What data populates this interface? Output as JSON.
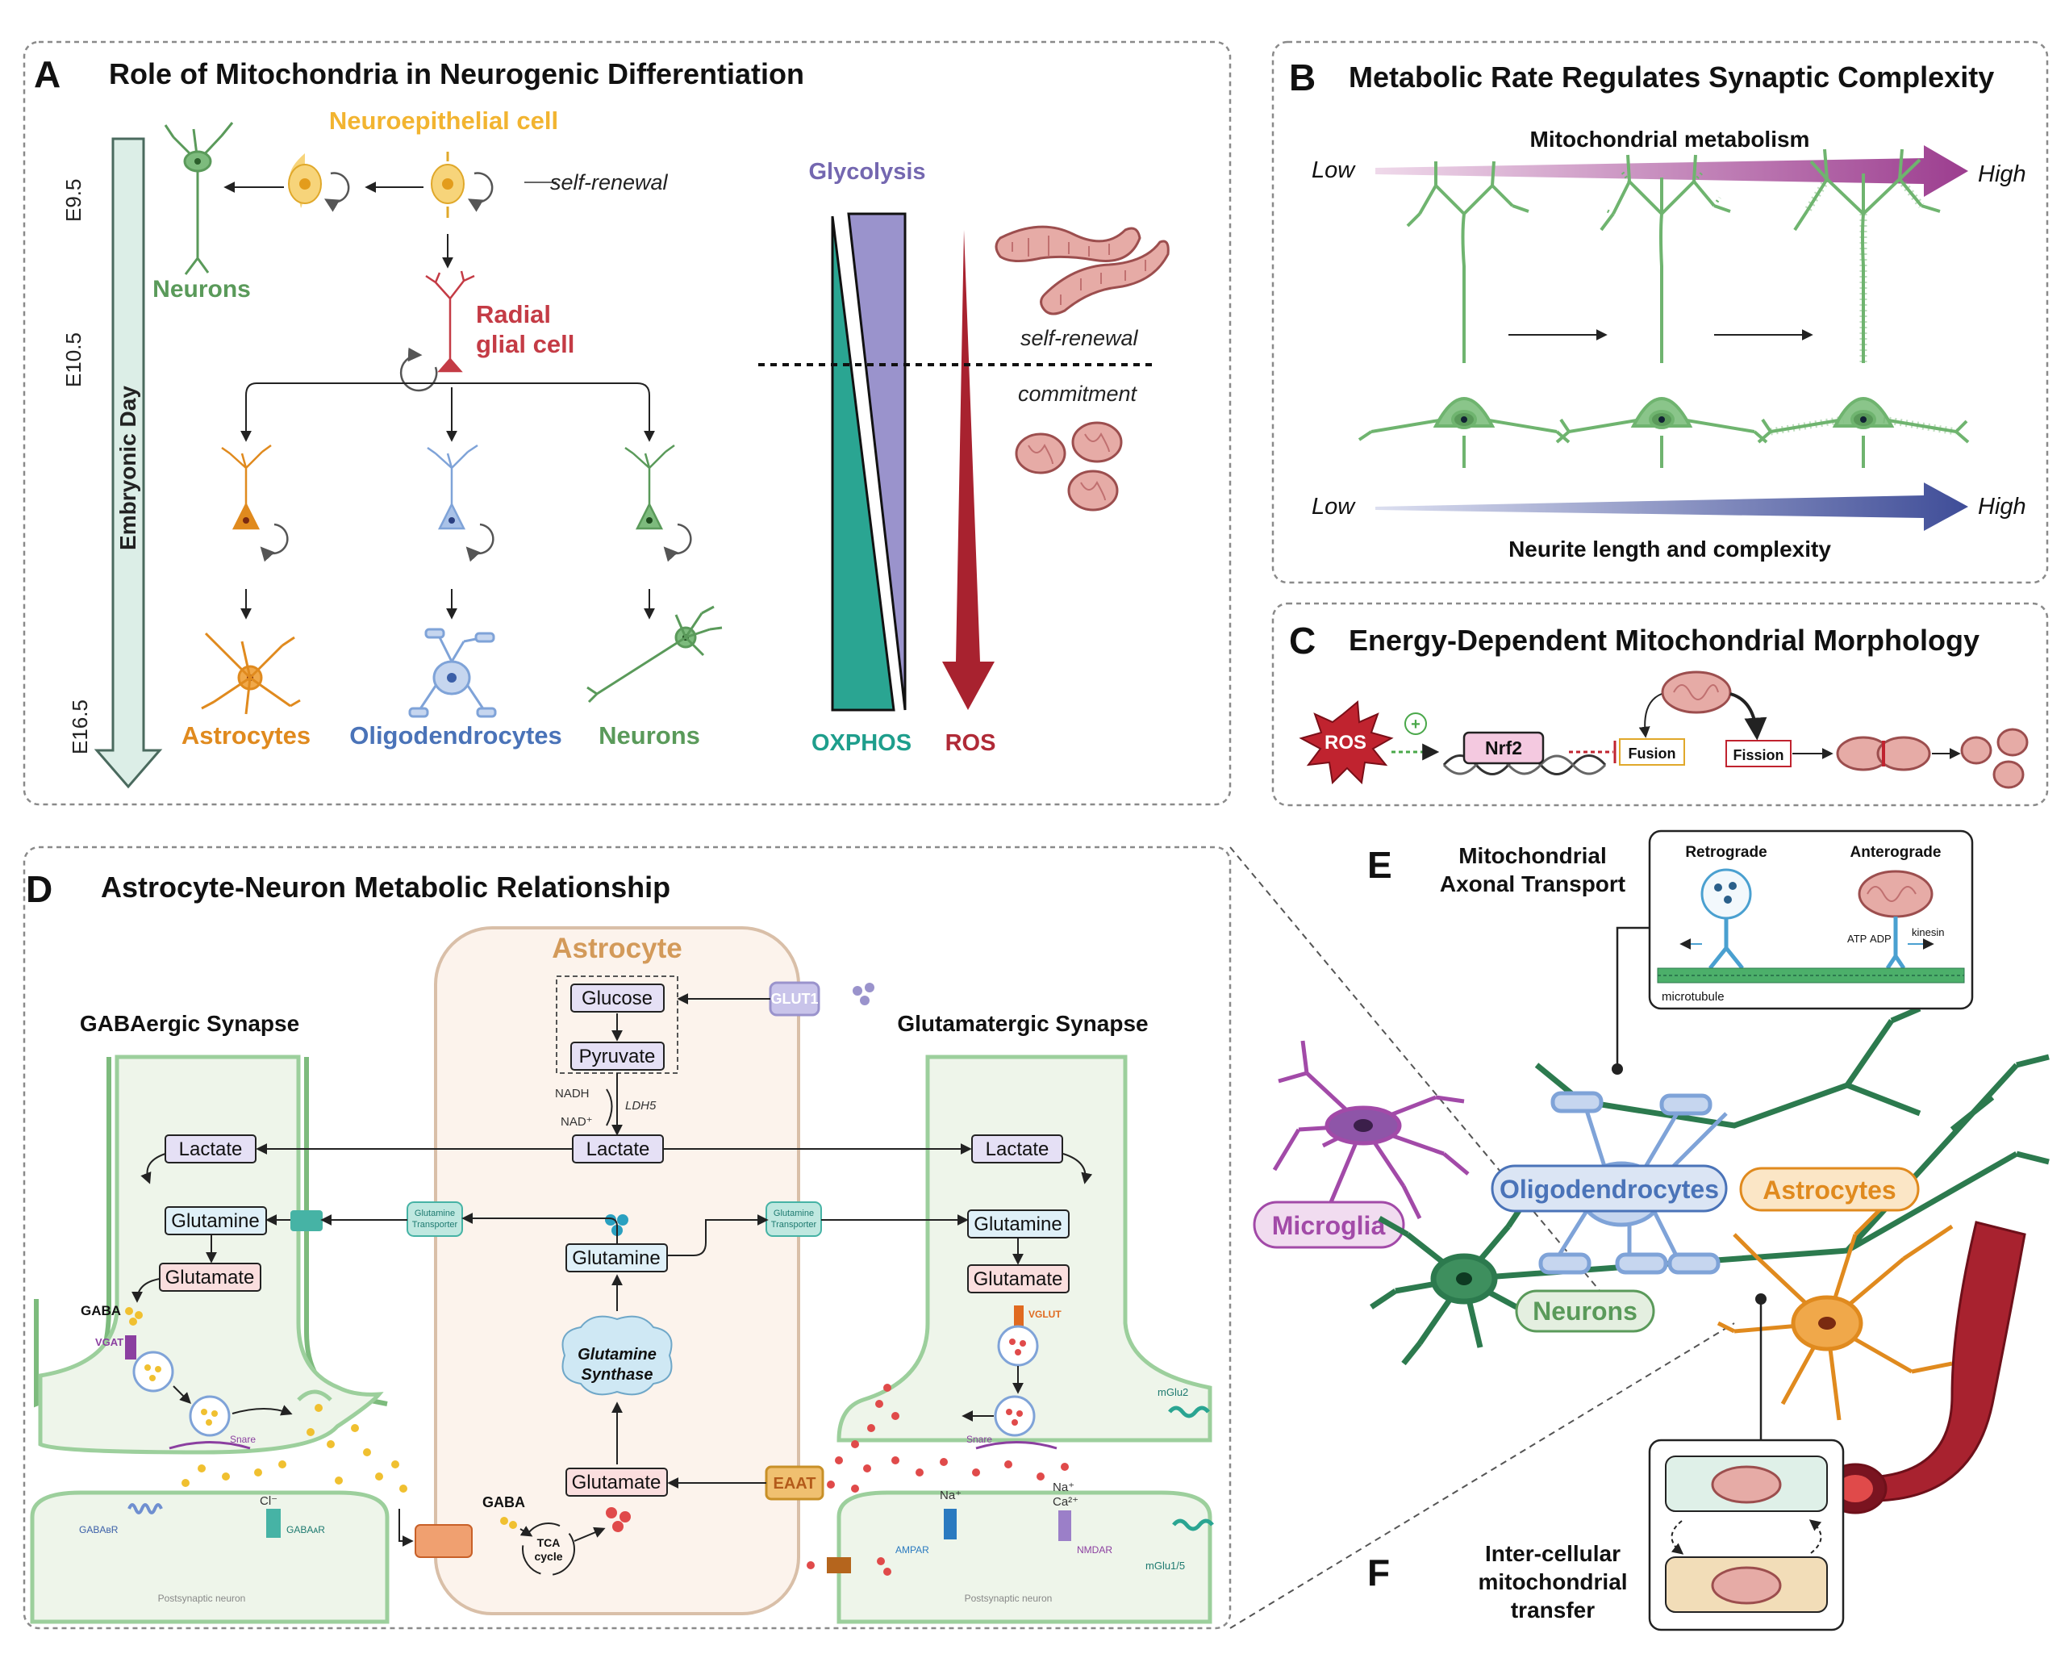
{
  "panel_a": {
    "letter": "A",
    "title": "Role of Mitochondria in Neurogenic Differentiation",
    "neuroepithelial": "Neuroepithelial cell",
    "self_renewal": "self-renewal",
    "neurons_top": "Neurons",
    "radial_glial_1": "Radial",
    "radial_glial_2": "glial cell",
    "axis_label": "Embryonic Day",
    "e95": "E9.5",
    "e105": "E10.5",
    "e165": "E16.5",
    "astrocytes": "Astrocytes",
    "oligodendrocytes": "Oligodendrocytes",
    "neurons_bottom": "Neurons",
    "glycolysis": "Glycolysis",
    "oxphos": "OXPHOS",
    "ros": "ROS",
    "self_renewal_right": "self-renewal",
    "commitment": "commitment"
  },
  "panel_b": {
    "letter": "B",
    "title": "Metabolic Rate Regulates Synaptic Complexity",
    "top_label": "Mitochondrial metabolism",
    "low1": "Low",
    "high1": "High",
    "low2": "Low",
    "high2": "High",
    "bottom_label": "Neurite length and complexity"
  },
  "panel_c": {
    "letter": "C",
    "title": "Energy-Dependent Mitochondrial Morphology",
    "ros": "ROS",
    "plus": "+",
    "nrf2": "Nrf2",
    "fusion": "Fusion",
    "fission": "Fission"
  },
  "panel_d": {
    "letter": "D",
    "title": "Astrocyte-Neuron Metabolic Relationship",
    "astrocyte": "Astrocyte",
    "gaba_synapse": "GABAergic Synapse",
    "glu_synapse": "Glutamatergic Synapse",
    "glucose": "Glucose",
    "pyruvate": "Pyruvate",
    "glut1": "GLUT1",
    "nadh": "NADH",
    "nad": "NAD⁺",
    "ldh5": "LDH5",
    "lactate": "Lactate",
    "lactate_left": "Lactate",
    "lactate_right": "Lactate",
    "glutamine_left": "Glutamine",
    "glutamine_center": "Glutamine",
    "glutamine_right": "Glutamine",
    "glutamate_left": "Glutamate",
    "glutamate_center": "Glutamate",
    "glutamate_right": "Glutamate",
    "gln_transporter_1": "Glutamine",
    "gln_transporter_2": "Transporter",
    "gs_1": "Glutamine",
    "gs_2": "Synthase",
    "gaba": "GABA",
    "gaba_center": "GABA",
    "vgat": "VGAT",
    "vglut": "VGLUT",
    "snare_left": "Snare",
    "snare_right": "Snare",
    "eaat": "EAAT",
    "mglu2": "mGlu2",
    "mglu15": "mGlu1/5",
    "tca_1": "TCA",
    "tca_2": "cycle",
    "cl": "Cl⁻",
    "gabab": "GABAʙR",
    "gabaa": "GABAᴀR",
    "na": "Na⁺",
    "na2": "Na⁺",
    "ca": "Ca²⁺",
    "ampar": "AMPAR",
    "nmdar": "NMDAR",
    "post_left": "Postsynaptic neuron",
    "post_right": "Postsynaptic neuron"
  },
  "panel_e": {
    "letter": "E",
    "title_1": "Mitochondrial",
    "title_2": "Axonal Transport",
    "retrograde": "Retrograde",
    "anterograde": "Anterograde",
    "atp": "ATP",
    "adp": "ADP",
    "kinesin": "kinesin",
    "microtubule": "microtubule"
  },
  "panel_f": {
    "letter": "F",
    "title_1": "Inter-cellular",
    "title_2": "mitochondrial",
    "title_3": "transfer"
  },
  "cells": {
    "microglia": "Microglia",
    "oligodendrocytes": "Oligodendrocytes",
    "astrocytes": "Astrocytes",
    "neurons": "Neurons"
  },
  "colors": {
    "neuroepithelial": "#f2b430",
    "radial_glial": "#c43b45",
    "neurons": "#5a9a5a",
    "astrocytes": "#e08a1e",
    "oligodendrocytes": "#4a73b8",
    "glycolysis": "#7467b0",
    "oxphos": "#1e9e8c",
    "ros": "#b02a37",
    "microglia": "#a24aa8"
  }
}
